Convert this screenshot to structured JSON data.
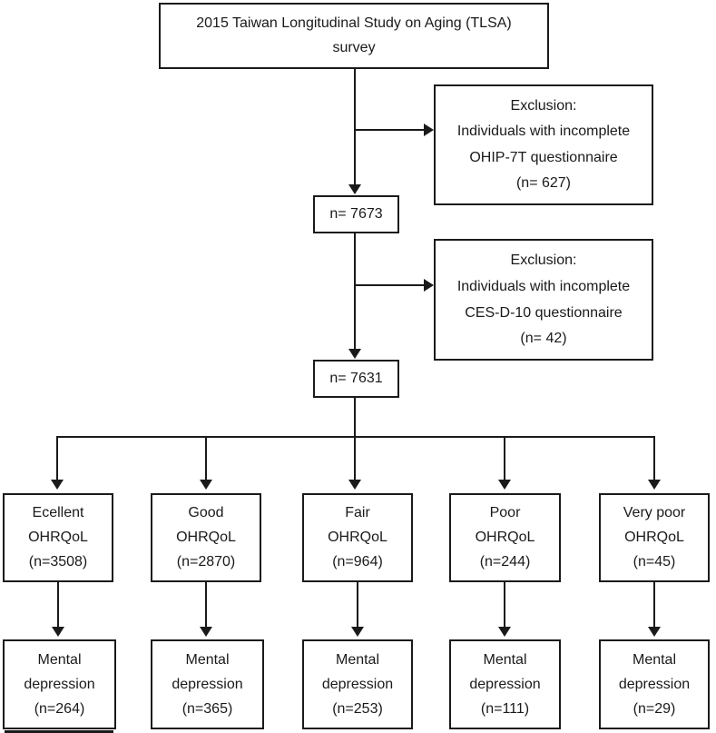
{
  "flowchart": {
    "top_box": {
      "line1": "2015 Taiwan Longitudinal Study on Aging (TLSA)",
      "line2": "survey"
    },
    "exclusions": [
      {
        "heading": "Exclusion:",
        "desc": "Individuals with incomplete",
        "instrument": "OHIP-7T questionnaire",
        "count": "(n= 627)"
      },
      {
        "heading": "Exclusion:",
        "desc": "Individuals with incomplete",
        "instrument": "CES-D-10 questionnaire",
        "count": "(n= 42)"
      }
    ],
    "sample_boxes": [
      {
        "label": "n= 7673"
      },
      {
        "label": "n= 7631"
      }
    ],
    "groups": [
      {
        "quality": "Ecellent",
        "scale": "OHRQoL",
        "count": "(n=3508)",
        "outcome_line1": "Mental",
        "outcome_line2": "depression",
        "outcome_count": "(n=264)"
      },
      {
        "quality": "Good",
        "scale": "OHRQoL",
        "count": "(n=2870)",
        "outcome_line1": "Mental",
        "outcome_line2": "depression",
        "outcome_count": "(n=365)"
      },
      {
        "quality": "Fair",
        "scale": "OHRQoL",
        "count": "(n=964)",
        "outcome_line1": "Mental",
        "outcome_line2": "depression",
        "outcome_count": "(n=253)"
      },
      {
        "quality": "Poor",
        "scale": "OHRQoL",
        "count": "(n=244)",
        "outcome_line1": "Mental",
        "outcome_line2": "depression",
        "outcome_count": "(n=111)"
      },
      {
        "quality": "Very poor",
        "scale": "OHRQoL",
        "count": "(n=45)",
        "outcome_line1": "Mental",
        "outcome_line2": "depression",
        "outcome_count": "(n=29)"
      }
    ],
    "colors": {
      "line": "#1a1a1a",
      "background": "#ffffff"
    }
  }
}
